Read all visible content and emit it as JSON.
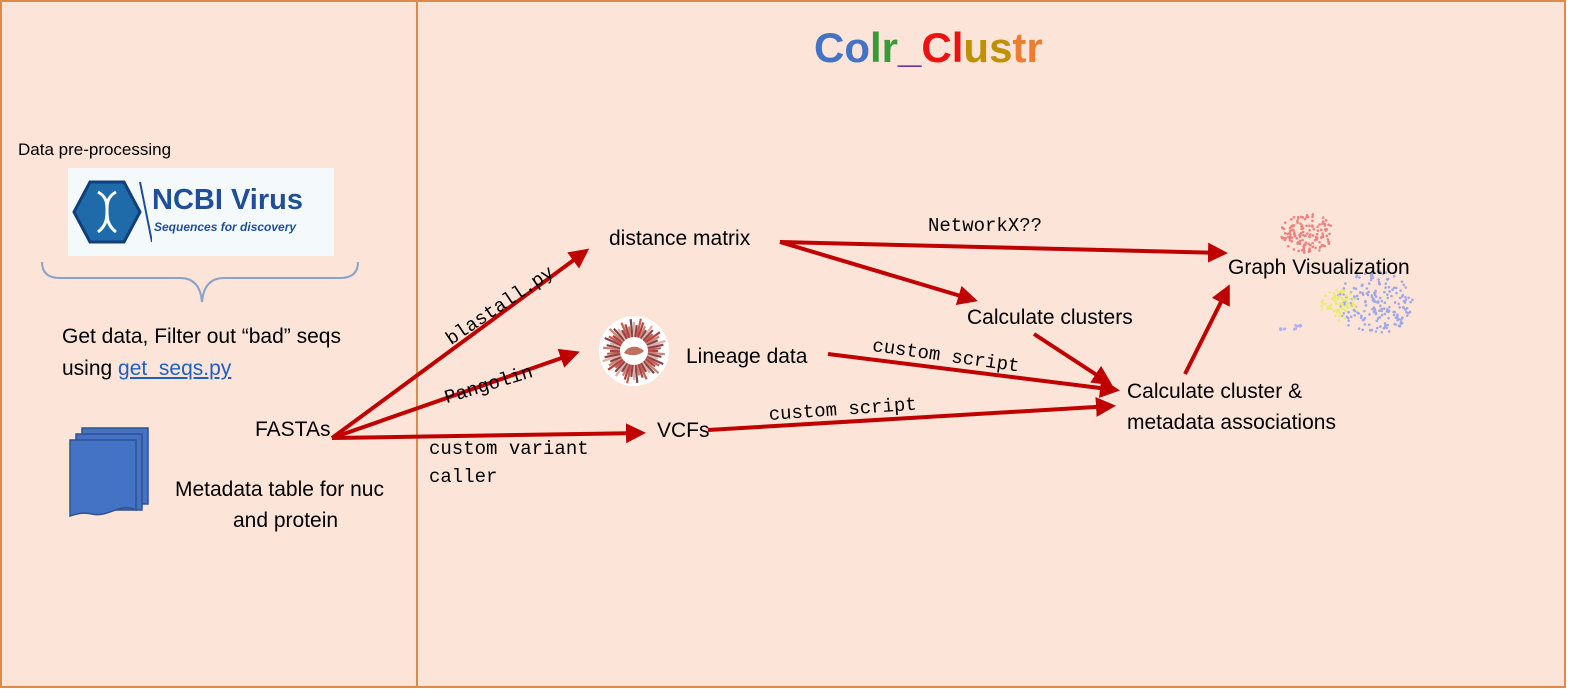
{
  "title": {
    "letters": [
      {
        "ch": "C",
        "color": "#4472c4"
      },
      {
        "ch": "o",
        "color": "#4472c4"
      },
      {
        "ch": "l",
        "color": "#3a9a3a"
      },
      {
        "ch": "r",
        "color": "#3a9a3a"
      },
      {
        "ch": "_",
        "color": "#7030a0"
      },
      {
        "ch": "C",
        "color": "#ee1111"
      },
      {
        "ch": "l",
        "color": "#ee1111"
      },
      {
        "ch": "u",
        "color": "#bf9000"
      },
      {
        "ch": "s",
        "color": "#bf9000"
      },
      {
        "ch": "t",
        "color": "#ed7d31"
      },
      {
        "ch": "r",
        "color": "#ed7d31"
      }
    ]
  },
  "left_panel": {
    "section_label": "Data pre-processing",
    "logo": {
      "name": "NCBI Virus",
      "tagline": "Sequences for discovery"
    },
    "get_data_line1": "Get data, Filter out “bad” seqs",
    "get_data_line2_prefix": "using ",
    "get_data_link": "get_seqs.py",
    "fastas": "FASTAs",
    "metadata_line1": "Metadata table for nuc",
    "metadata_line2": "and protein"
  },
  "nodes": {
    "distance_matrix": "distance matrix",
    "lineage_data": "Lineage data",
    "vcfs": "VCFs",
    "calculate_clusters": "Calculate clusters",
    "associations_line1": "Calculate cluster &",
    "associations_line2": "metadata associations",
    "graph_visualization": "Graph Visualization"
  },
  "edge_labels": {
    "blastall": "blastall.py",
    "pangolin": "Pangolin",
    "custom_variant_line1": "custom variant",
    "custom_variant_line2": "caller",
    "networkx": "NetworkX??",
    "custom_script_lineage": "custom script",
    "custom_script_vcf": "custom script"
  },
  "colors": {
    "background": "#fce5d8",
    "border": "#e08a4a",
    "arrow": "#c00000",
    "link": "#1f5fbf",
    "ncbi_blue": "#1f4f9a",
    "doc_blue": "#4472c4"
  }
}
